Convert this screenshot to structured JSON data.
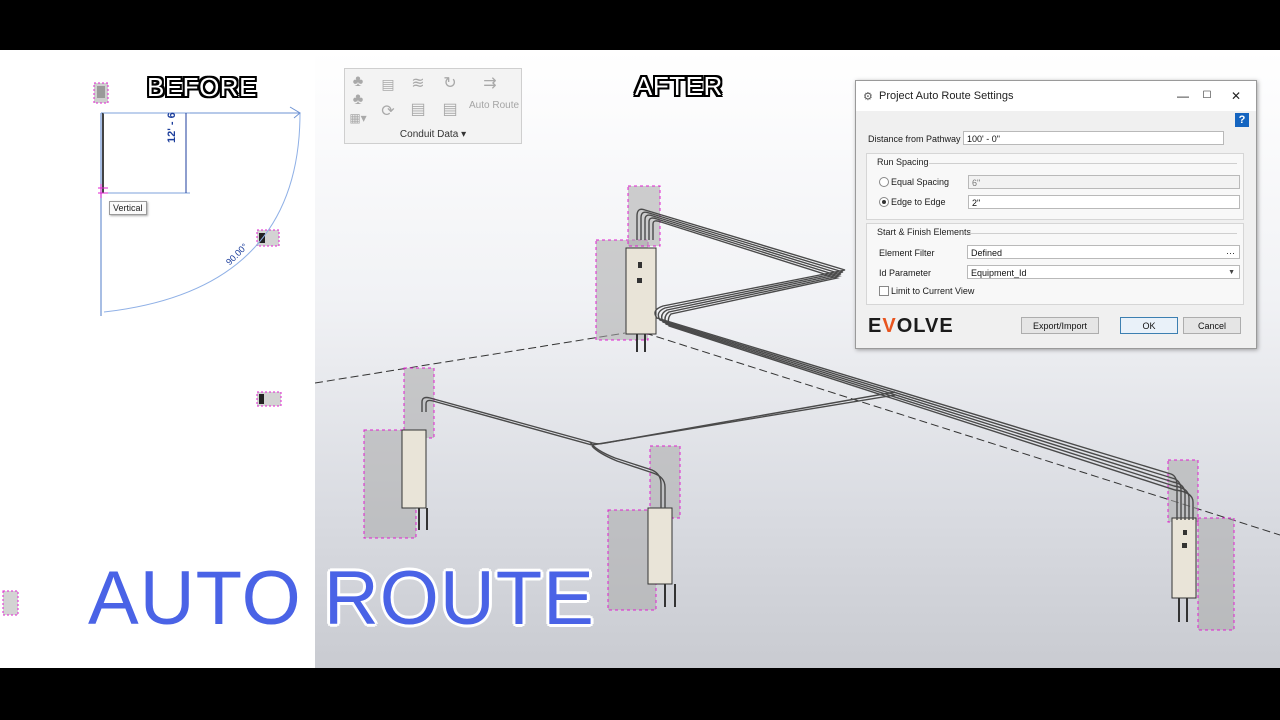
{
  "labels": {
    "before": "BEFORE",
    "after": "AFTER",
    "main_title": "AUTO ROUTE"
  },
  "left_view": {
    "tooltip": "Vertical",
    "dimension": "12' - 6",
    "angle": "90.00°"
  },
  "ribbon": {
    "panel_label": "Conduit Data",
    "auto_route_label": "Auto Route"
  },
  "dialog": {
    "title": "Project Auto Route Settings",
    "window_controls": {
      "minimize": "—",
      "maximize": "☐",
      "close": "✕"
    },
    "help": "?",
    "distance_label": "Distance from Pathway",
    "distance_value": "100' - 0\"",
    "run_spacing": {
      "title": "Run Spacing",
      "equal_label": "Equal Spacing",
      "equal_value": "6\"",
      "edge_label": "Edge to Edge",
      "edge_value": "2\"",
      "selected": "Edge to Edge"
    },
    "start_finish": {
      "title": "Start & Finish Elements",
      "filter_label": "Element Filter",
      "filter_value": "Defined",
      "filter_more": "···",
      "id_label": "Id Parameter",
      "id_value": "Equipment_Id",
      "limit_label": "Limit to Current View",
      "limit_checked": false
    },
    "logo": {
      "e": "E",
      "v": "V",
      "rest": "OLVE"
    },
    "buttons": {
      "export": "Export/Import",
      "ok": "OK",
      "cancel": "Cancel"
    }
  },
  "colors": {
    "title_blue": "#4a63e6",
    "highlight_magenta": "#e020d0",
    "dimension_blue": "#1c3e9c",
    "logo_orange": "#e8541e"
  },
  "icons": [
    "family-icon",
    "schedule-icon",
    "conduit-icon",
    "refresh-conduit-icon",
    "auto-route-icon",
    "filter-icon",
    "dropdown-caret-icon"
  ]
}
